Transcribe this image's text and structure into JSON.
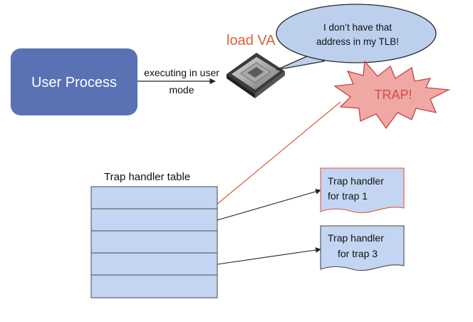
{
  "user_process": {
    "label": "User Process",
    "fill": "#5a71b4"
  },
  "exec_arrow": {
    "label_line1": "executing in user",
    "label_line2": "mode"
  },
  "cpu": {
    "label": "load VA",
    "label_color": "#d9613a"
  },
  "speech_bubble": {
    "line1": "I don’t have that",
    "line2": "address in my TLB!",
    "fill": "#bcd0ee"
  },
  "trap_burst": {
    "label": "TRAP!",
    "fill": "#f0a8a4",
    "text_color": "#d94a45"
  },
  "trap_table": {
    "title": "Trap handler table",
    "row_count": 5,
    "fill": "#c3d5f2"
  },
  "handlers": [
    {
      "line1": "Trap handler",
      "line2": "for trap 1"
    },
    {
      "line1": "Trap handler",
      "line2": "for trap 3"
    }
  ],
  "trap_arrow_color": "#e0573f"
}
